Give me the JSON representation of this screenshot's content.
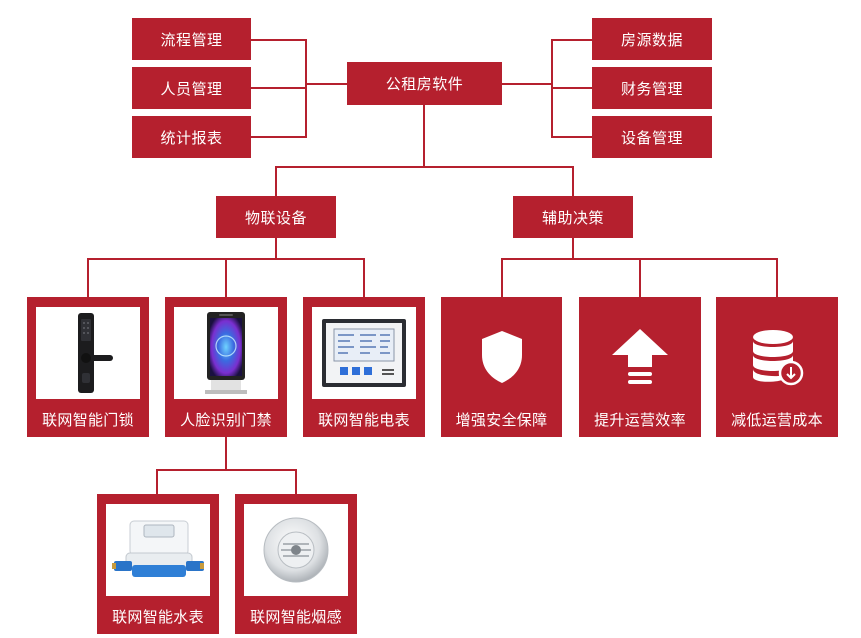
{
  "colors": {
    "accent": "#b5202e",
    "line": "#b5202e",
    "background": "#ffffff"
  },
  "root": {
    "label": "公租房软件"
  },
  "left_modules": [
    {
      "label": "流程管理"
    },
    {
      "label": "人员管理"
    },
    {
      "label": "统计报表"
    }
  ],
  "right_modules": [
    {
      "label": "房源数据"
    },
    {
      "label": "财务管理"
    },
    {
      "label": "设备管理"
    }
  ],
  "branches": {
    "iot": {
      "label": "物联设备"
    },
    "decision": {
      "label": "辅助决策"
    }
  },
  "iot_devices": [
    {
      "label": "联网智能门锁",
      "image": "smart-door-lock"
    },
    {
      "label": "人脸识别门禁",
      "image": "face-recognition-terminal"
    },
    {
      "label": "联网智能电表",
      "image": "smart-electric-meter"
    },
    {
      "label": "联网智能水表",
      "image": "smart-water-meter"
    },
    {
      "label": "联网智能烟感",
      "image": "smoke-detector"
    }
  ],
  "decision_items": [
    {
      "label": "增强安全保障",
      "icon": "shield-icon"
    },
    {
      "label": "提升运营效率",
      "icon": "upload-arrow-icon"
    },
    {
      "label": "减低运营成本",
      "icon": "database-icon"
    }
  ]
}
